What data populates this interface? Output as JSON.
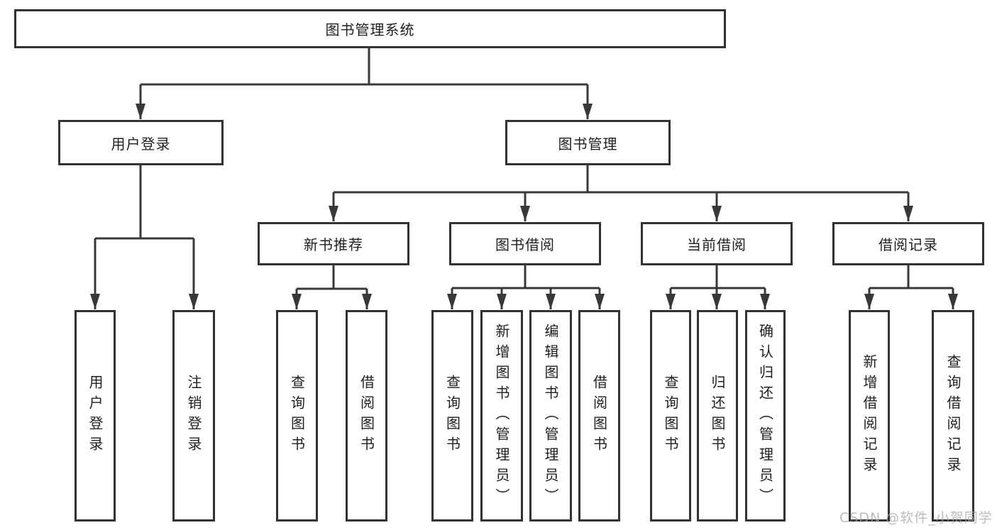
{
  "diagram": {
    "type": "hierarchy-tree",
    "root": {
      "id": "library-management-system",
      "label": "图书管理系统"
    },
    "level2": [
      {
        "id": "user-login-module",
        "label": "用户登录",
        "parent": "图书管理系统"
      },
      {
        "id": "book-management-module",
        "label": "图书管理",
        "parent": "图书管理系统"
      }
    ],
    "level3": [
      {
        "id": "new-book-recommendation",
        "label": "新书推荐",
        "parent": "图书管理"
      },
      {
        "id": "book-borrowing",
        "label": "图书借阅",
        "parent": "图书管理"
      },
      {
        "id": "current-borrowing",
        "label": "当前借阅",
        "parent": "图书管理"
      },
      {
        "id": "borrowing-records",
        "label": "借阅记录",
        "parent": "图书管理"
      }
    ],
    "leaves": [
      {
        "id": "user-login",
        "label": "用户登录",
        "parent": "用户登录"
      },
      {
        "id": "logout",
        "label": "注销登录",
        "parent": "用户登录"
      },
      {
        "id": "query-books-recommend",
        "label": "查询图书",
        "parent": "新书推荐"
      },
      {
        "id": "borrow-books-recommend",
        "label": "借阅图书",
        "parent": "新书推荐"
      },
      {
        "id": "query-books-borrow",
        "label": "查询图书",
        "parent": "图书借阅"
      },
      {
        "id": "add-book-admin",
        "label": "新增图书（管理员）",
        "parent": "图书借阅"
      },
      {
        "id": "edit-book-admin",
        "label": "编辑图书（管理员）",
        "parent": "图书借阅"
      },
      {
        "id": "borrow-books-borrow",
        "label": "借阅图书",
        "parent": "图书借阅"
      },
      {
        "id": "query-books-current",
        "label": "查询图书",
        "parent": "当前借阅"
      },
      {
        "id": "return-books",
        "label": "归还图书",
        "parent": "当前借阅"
      },
      {
        "id": "confirm-return-admin",
        "label": "确认归还（管理员）",
        "parent": "当前借阅"
      },
      {
        "id": "add-borrow-record",
        "label": "新增借阅记录",
        "parent": "借阅记录"
      },
      {
        "id": "query-borrow-record",
        "label": "查询借阅记录",
        "parent": "借阅记录"
      }
    ]
  },
  "watermark": {
    "text": "CSDN @软件_小贺同学"
  },
  "colors": {
    "line": "#383838",
    "box_border": "#333333",
    "box_fill": "#ffffff",
    "text": "#1f1f1f",
    "background": "#ffffff",
    "watermark": "#a5a5a5"
  }
}
